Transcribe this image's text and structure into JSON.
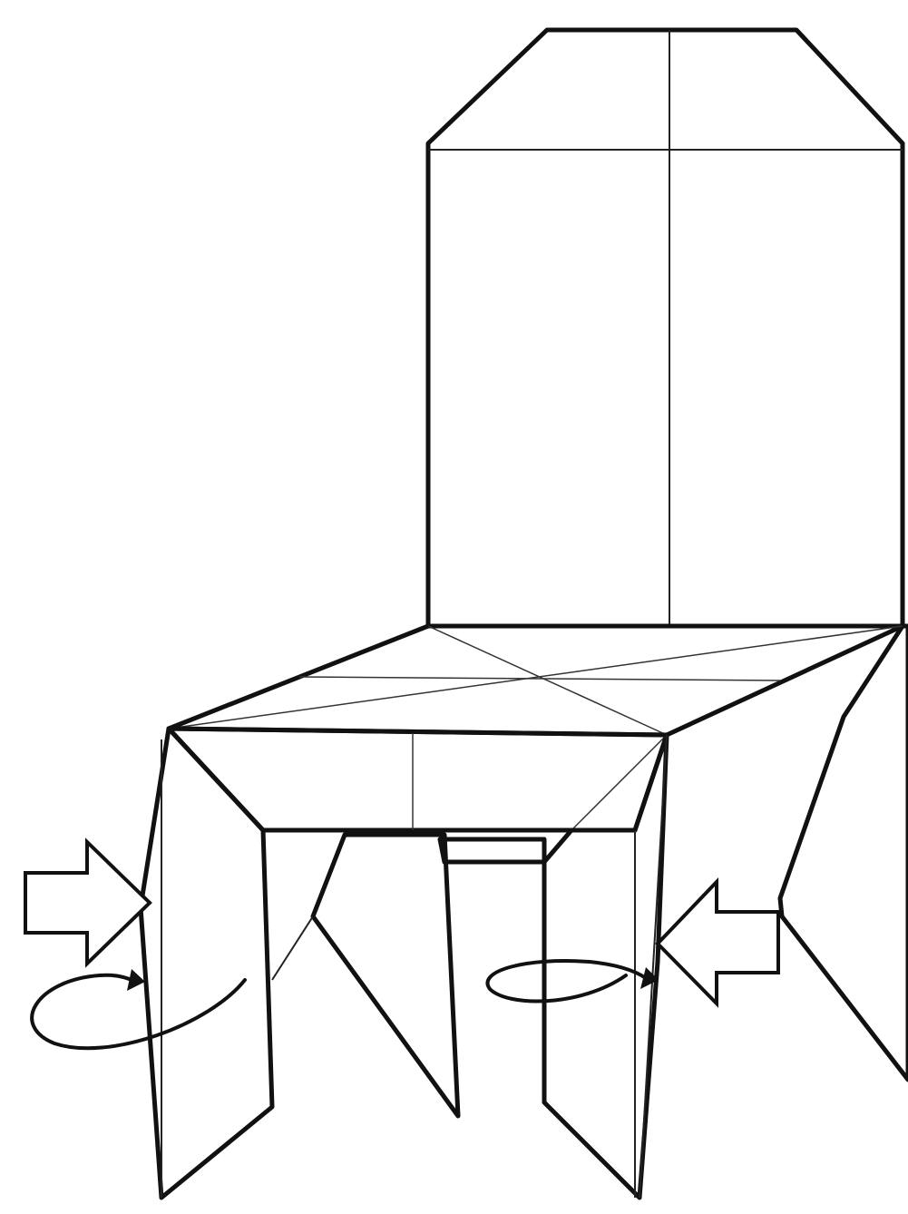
{
  "diagram": {
    "subject": "origami-chair",
    "colors": {
      "paper_blue": "#5482ad",
      "paper_white": "#f7f7f4",
      "line": "#111111",
      "background": "#ffffff"
    },
    "symbols": [
      "push-in-arrow-left",
      "push-in-arrow-right",
      "turn-over-arrow-left",
      "turn-over-arrow-right"
    ]
  }
}
